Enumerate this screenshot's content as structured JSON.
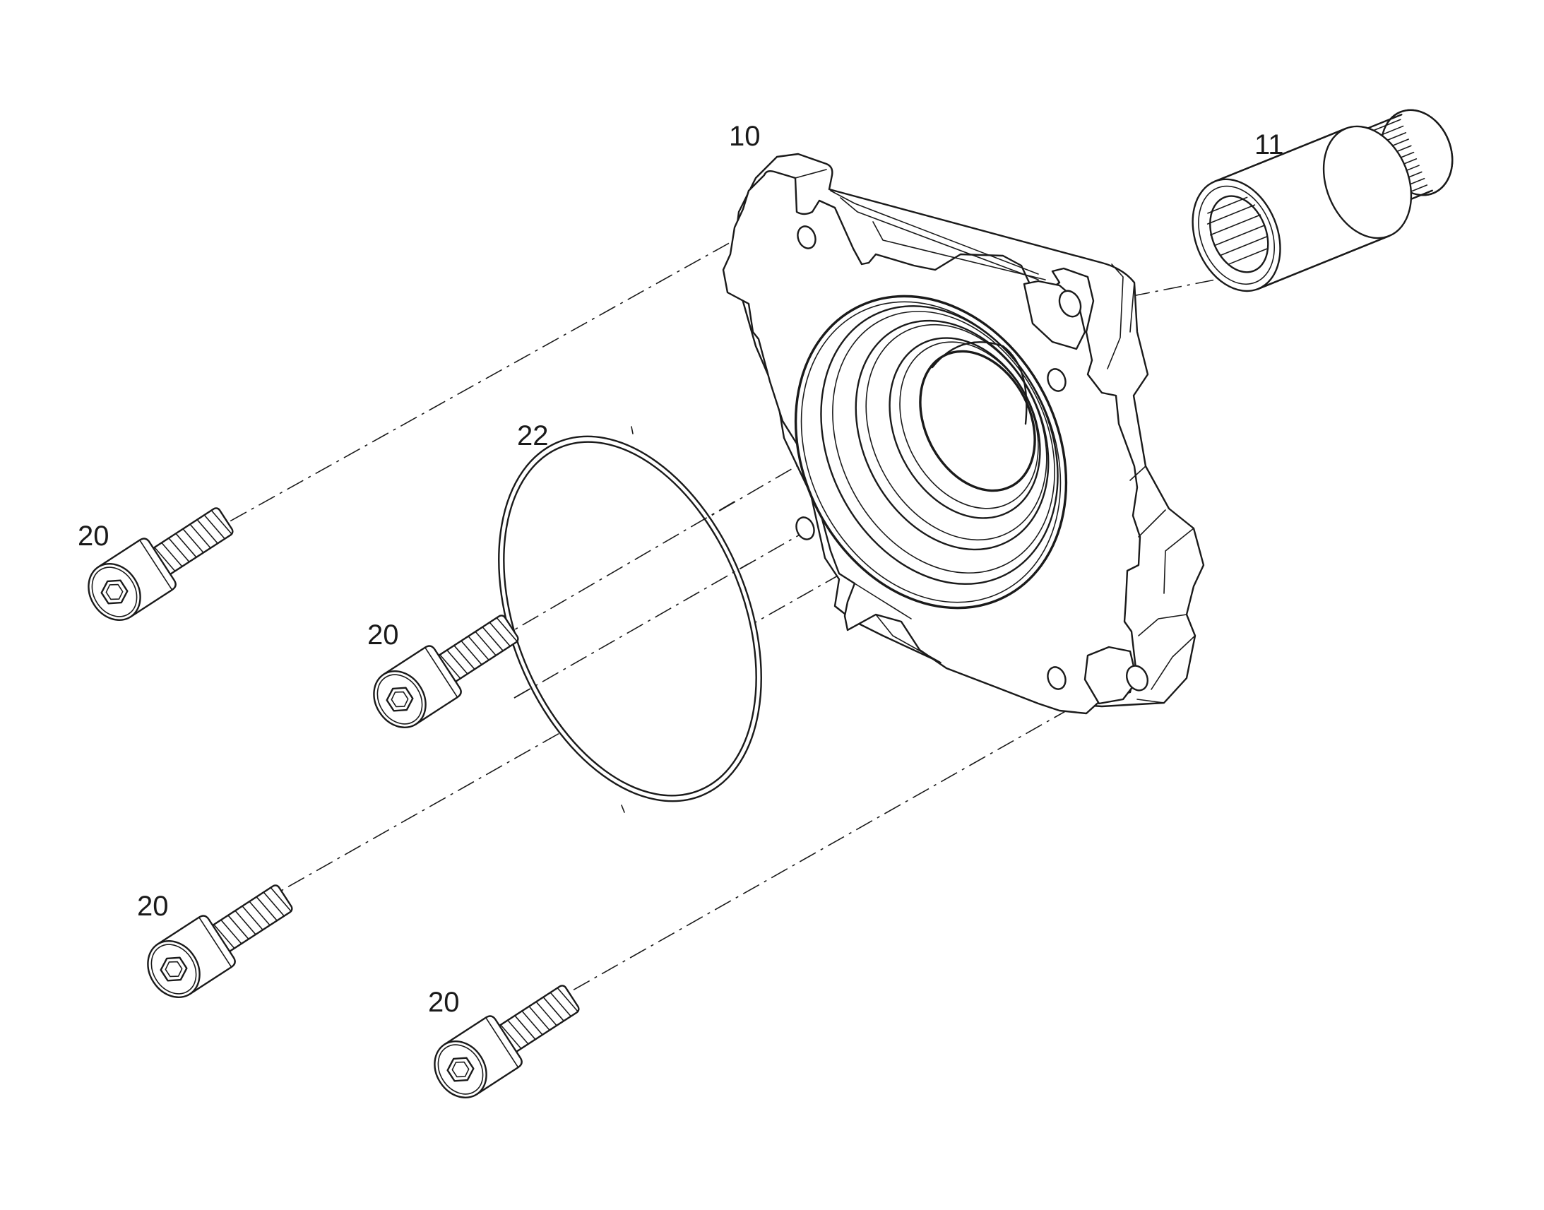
{
  "callouts": [
    {
      "id": "10",
      "label": "10"
    },
    {
      "id": "11",
      "label": "11"
    },
    {
      "id": "22",
      "label": "22"
    },
    {
      "id": "20a",
      "label": "20"
    },
    {
      "id": "20b",
      "label": "20"
    },
    {
      "id": "20c",
      "label": "20"
    },
    {
      "id": "20d",
      "label": "20"
    }
  ],
  "parts": [
    {
      "ref": "10",
      "icon": "flange-housing-icon"
    },
    {
      "ref": "11",
      "icon": "splined-coupling-sleeve-icon"
    },
    {
      "ref": "22",
      "icon": "o-ring-icon"
    },
    {
      "ref": "20",
      "icon": "socket-head-cap-screw-icon",
      "count": 4
    }
  ]
}
